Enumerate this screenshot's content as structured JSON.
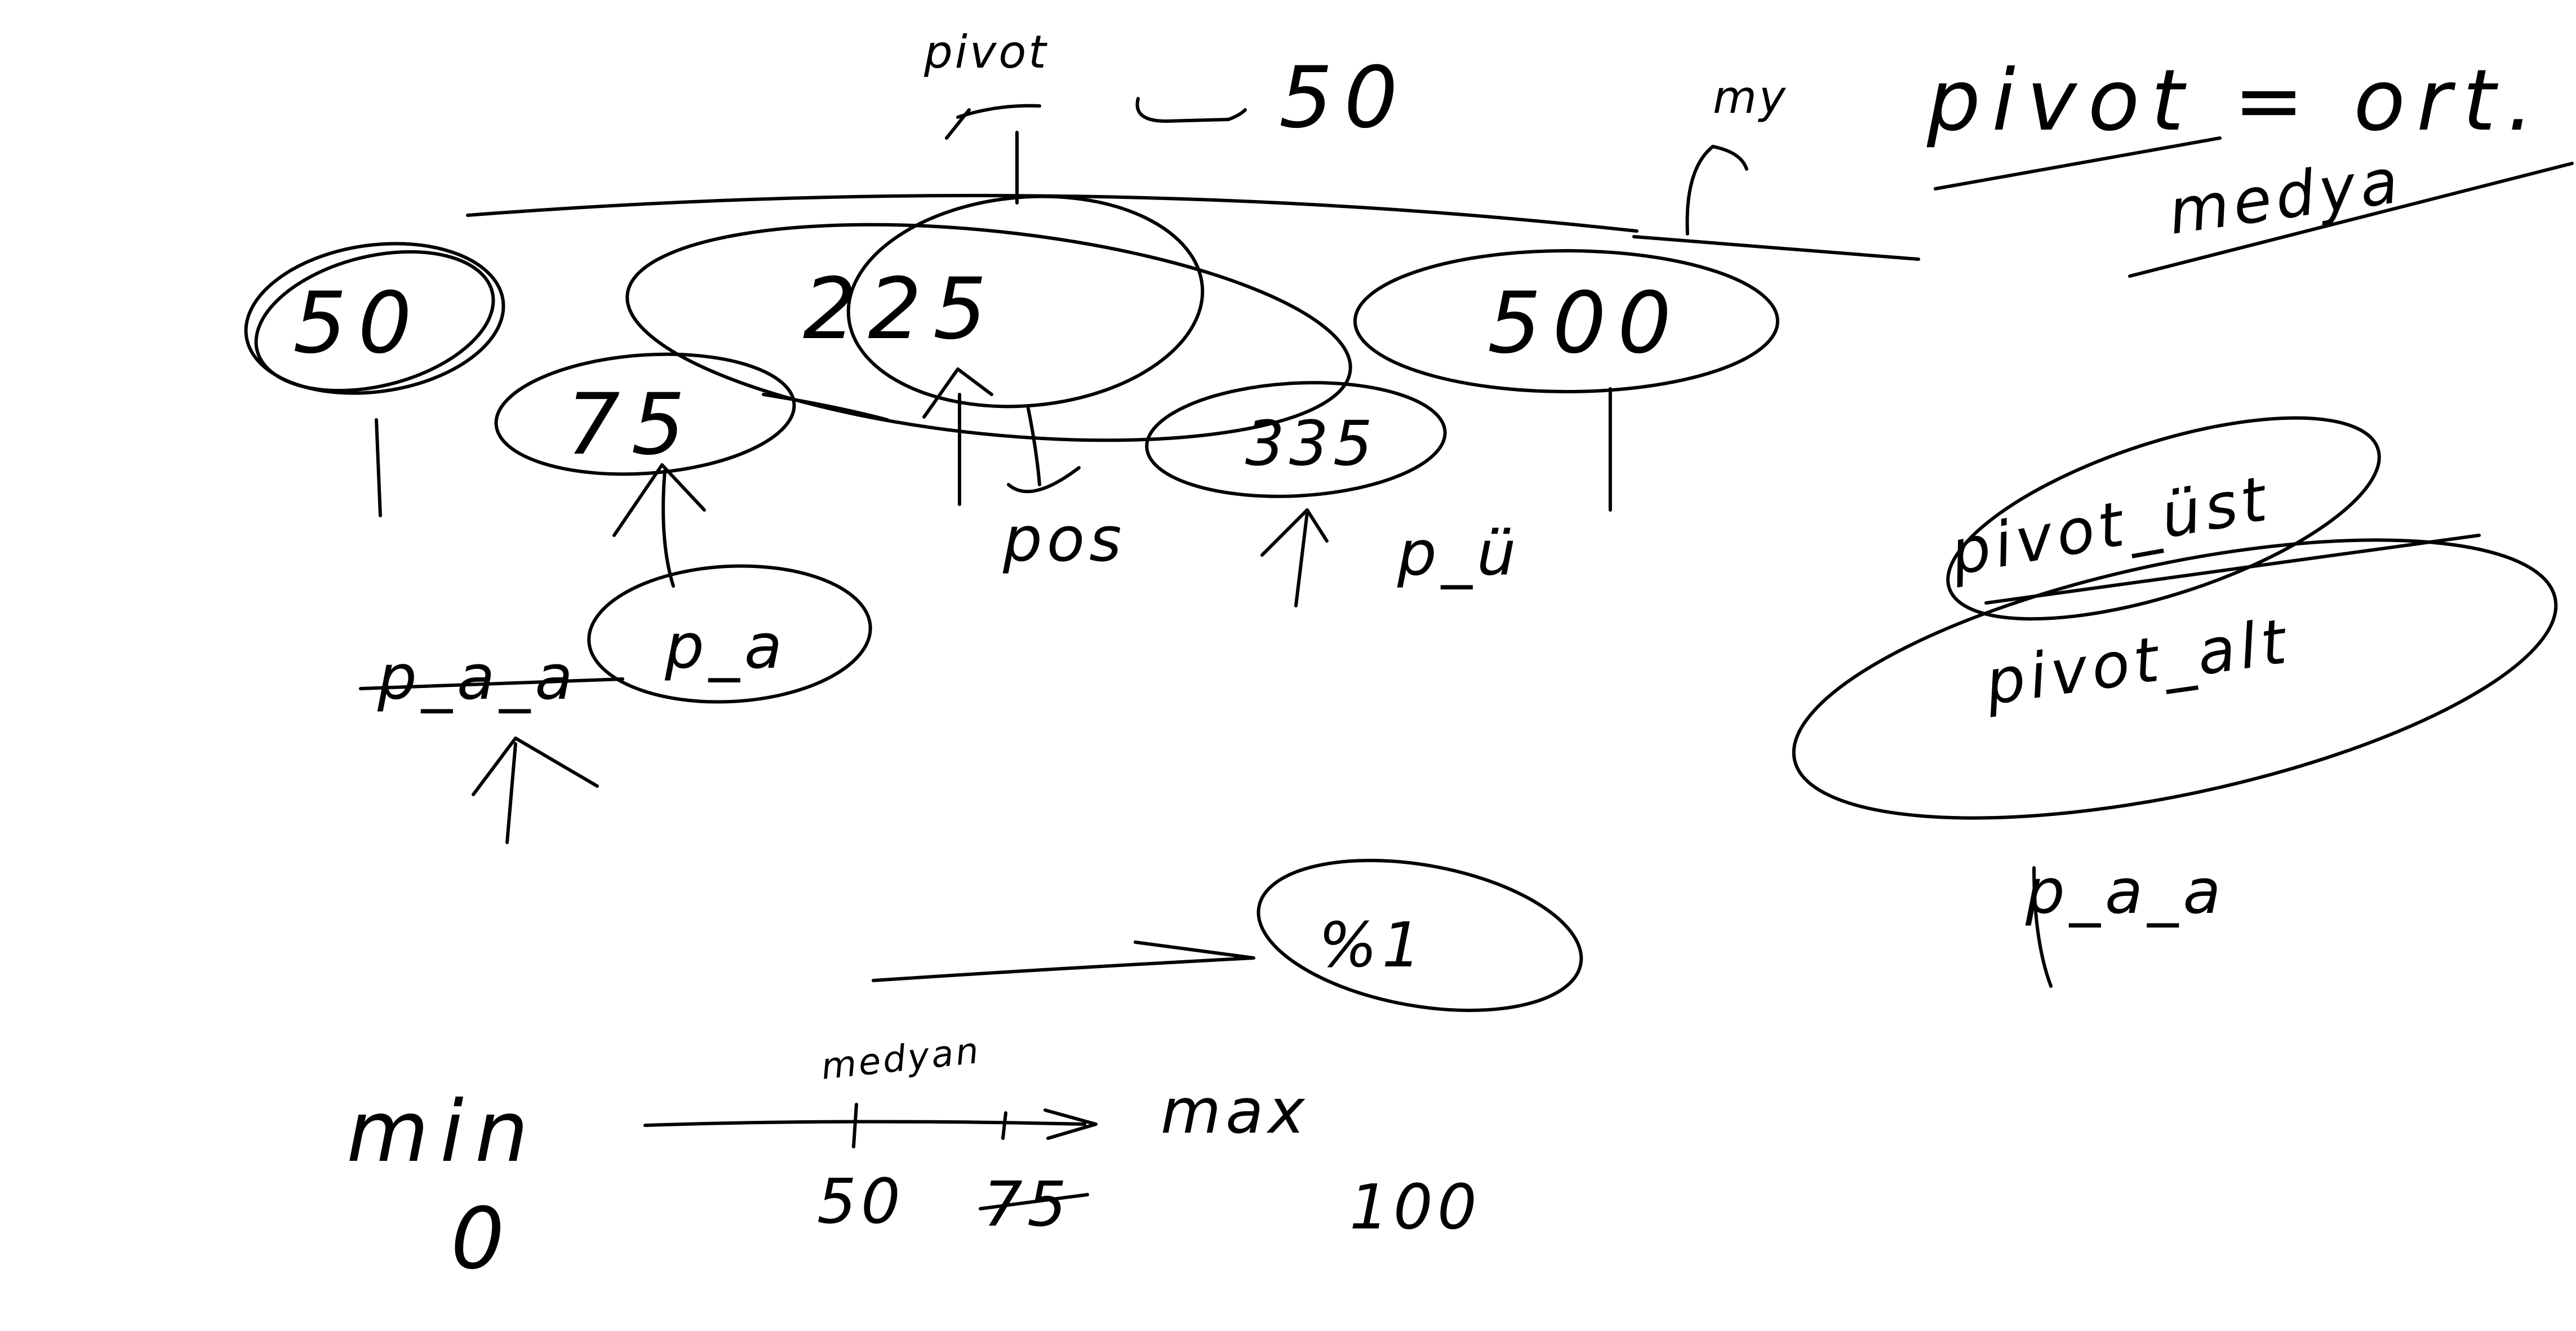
{
  "sketch": {
    "top": {
      "pivot_label": "pivot",
      "value_label": "50",
      "my_label": "my"
    },
    "right_notes": {
      "title": "pivot = ort.",
      "subtitle": "medya",
      "pivot_ust": "pivot_üst",
      "pivot_alt": "pivot_alt",
      "p_a_a": "p_a_a"
    },
    "nodes": {
      "n50": "50",
      "n225": "225",
      "n500": "500",
      "n75": "75",
      "n335": "335",
      "pa": "p_a",
      "pct": "%1"
    },
    "arrow_labels": {
      "pos": "pos",
      "pu": "p_ü",
      "paa": "p_a_a"
    },
    "number_line": {
      "min_label": "min",
      "max_label": "max",
      "median_label": "medyan",
      "min_value": "0",
      "median_value": "50",
      "struck_value": "75",
      "max_value": "100"
    }
  }
}
